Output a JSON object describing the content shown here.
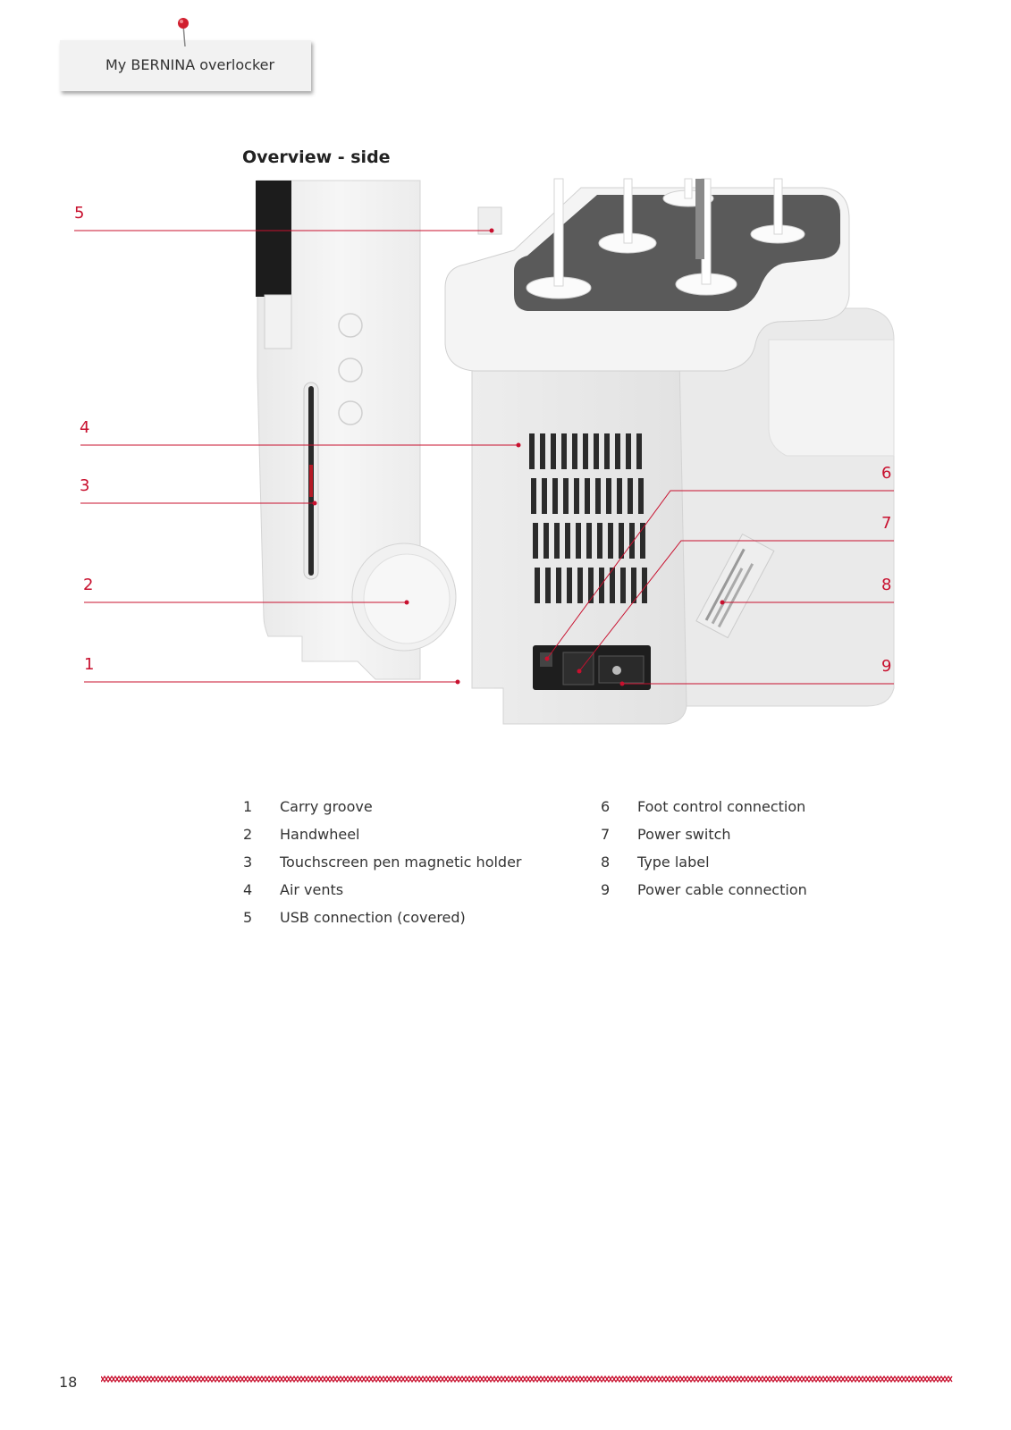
{
  "header": {
    "tab_label": "My BERNINA overlocker"
  },
  "section": {
    "title": "Overview - side"
  },
  "callouts": [
    "5",
    "4",
    "3",
    "2",
    "1",
    "6",
    "7",
    "8",
    "9"
  ],
  "legend_left": [
    {
      "num": "1",
      "label": "Carry groove"
    },
    {
      "num": "2",
      "label": "Handwheel"
    },
    {
      "num": "3",
      "label": "Touchscreen pen magnetic holder"
    },
    {
      "num": "4",
      "label": "Air vents"
    },
    {
      "num": "5",
      "label": "USB connection (covered)"
    }
  ],
  "legend_right": [
    {
      "num": "6",
      "label": "Foot control connection"
    },
    {
      "num": "7",
      "label": "Power switch"
    },
    {
      "num": "8",
      "label": "Type label"
    },
    {
      "num": "9",
      "label": "Power cable connection"
    }
  ],
  "footer": {
    "page_number": "18"
  },
  "colors": {
    "accent": "#c8102e",
    "tab_bg": "#f2f2f2"
  }
}
